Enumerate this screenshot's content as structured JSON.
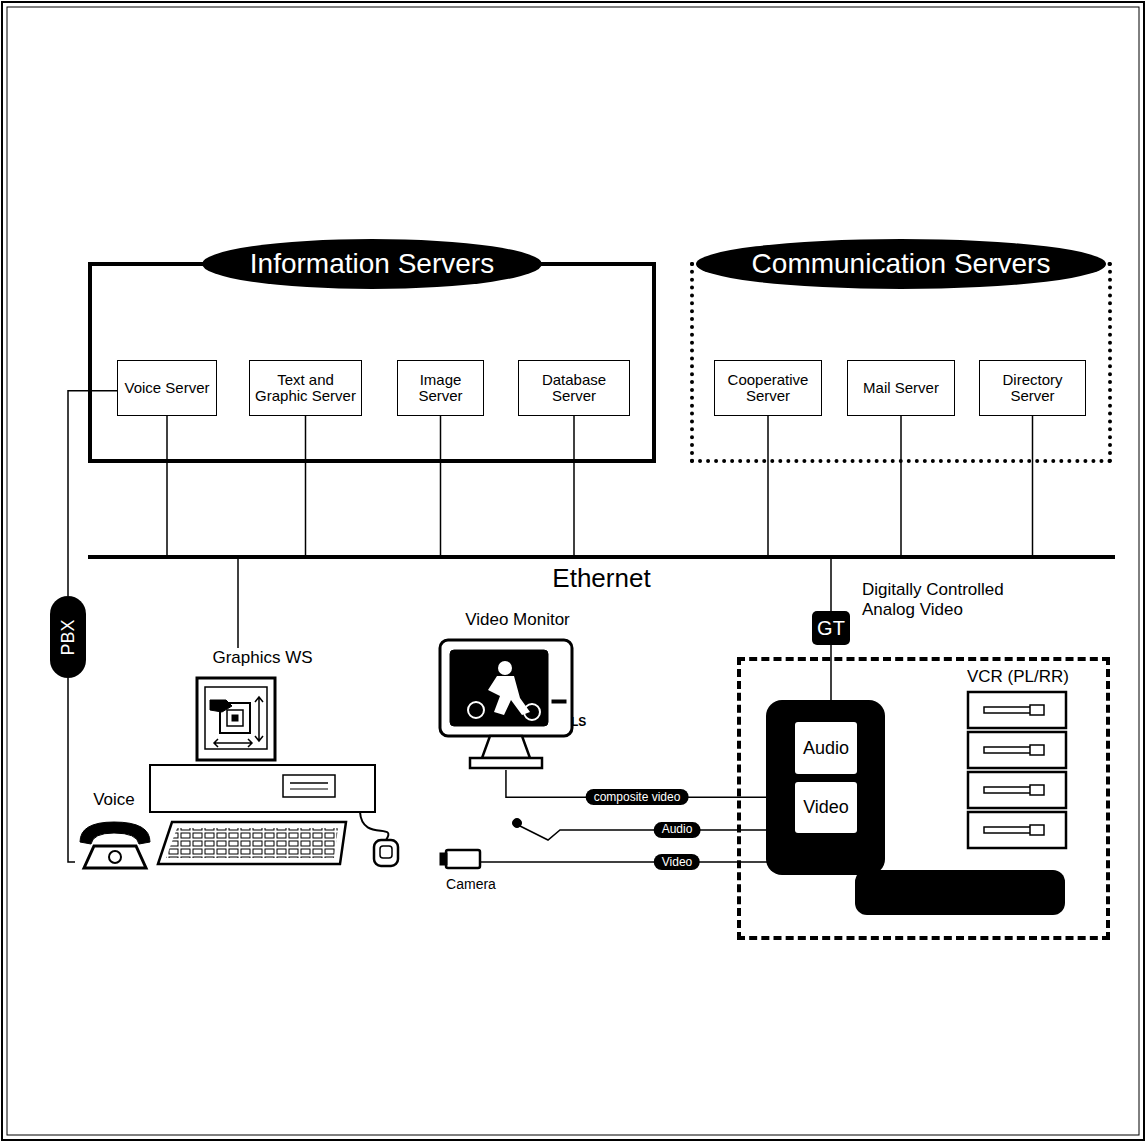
{
  "diagram": {
    "nodes": [
      {
        "text": [
          "Information Servers"
        ]
      },
      {
        "text": [
          "Voice Server"
        ],
        "in": 0
      },
      {
        "text": [
          "Text and Graphic Server"
        ],
        "in": 0
      },
      {
        "text": [
          "Image Server"
        ],
        "in": 0
      },
      {
        "text": [
          "Database Server"
        ],
        "in": 0
      },
      {
        "text": [
          "Communication Servers"
        ]
      },
      {
        "text": [
          "Cooperative Server"
        ],
        "in": 5
      },
      {
        "text": [
          "Mail Server"
        ],
        "in": 5
      },
      {
        "text": [
          "Directory Server"
        ],
        "in": 5
      },
      {
        "text": [
          "Ethernet"
        ]
      },
      {
        "text": [
          "PBX"
        ]
      },
      {
        "text": [
          "GT"
        ]
      },
      {
        "text": [
          "Graphics WS"
        ]
      },
      {
        "text": [
          "Voice"
        ]
      },
      {
        "text": [
          "VCR (PL/RR)"
        ]
      },
      {
        "text": [
          "Audio"
        ],
        "in": 14
      },
      {
        "text": [
          "Video"
        ],
        "in": 14
      },
      {
        "text": [
          "Video Monitor"
        ]
      },
      {
        "text": [
          "Camera"
        ]
      }
    ],
    "edges": [
      {
        "from": 1,
        "to": 9,
        "arrow": "none"
      },
      {
        "from": 2,
        "to": 9,
        "arrow": "none"
      },
      {
        "from": 3,
        "to": 9,
        "arrow": "none"
      },
      {
        "from": 4,
        "to": 9,
        "arrow": "none"
      },
      {
        "from": 6,
        "to": 9,
        "arrow": "none"
      },
      {
        "from": 7,
        "to": 9,
        "arrow": "none"
      },
      {
        "from": 8,
        "to": 9,
        "arrow": "none"
      },
      {
        "from": 12,
        "to": 9,
        "arrow": "none"
      },
      {
        "from": 11,
        "to": 9,
        "arrow": "none"
      },
      {
        "from": 1,
        "to": 10,
        "arrow": "none"
      },
      {
        "from": 10,
        "to": 13,
        "arrow": "none"
      },
      {
        "from": 11,
        "to": 15,
        "arrow": "none"
      },
      {
        "from": 17,
        "to": 16,
        "label": "composite video",
        "arrow": "none"
      },
      {
        "from": 18,
        "to": 16,
        "label": "Video",
        "arrow": "none"
      }
    ],
    "labels": [
      "Digitally Controlled Analog Video",
      "LS",
      "Audio"
    ]
  }
}
